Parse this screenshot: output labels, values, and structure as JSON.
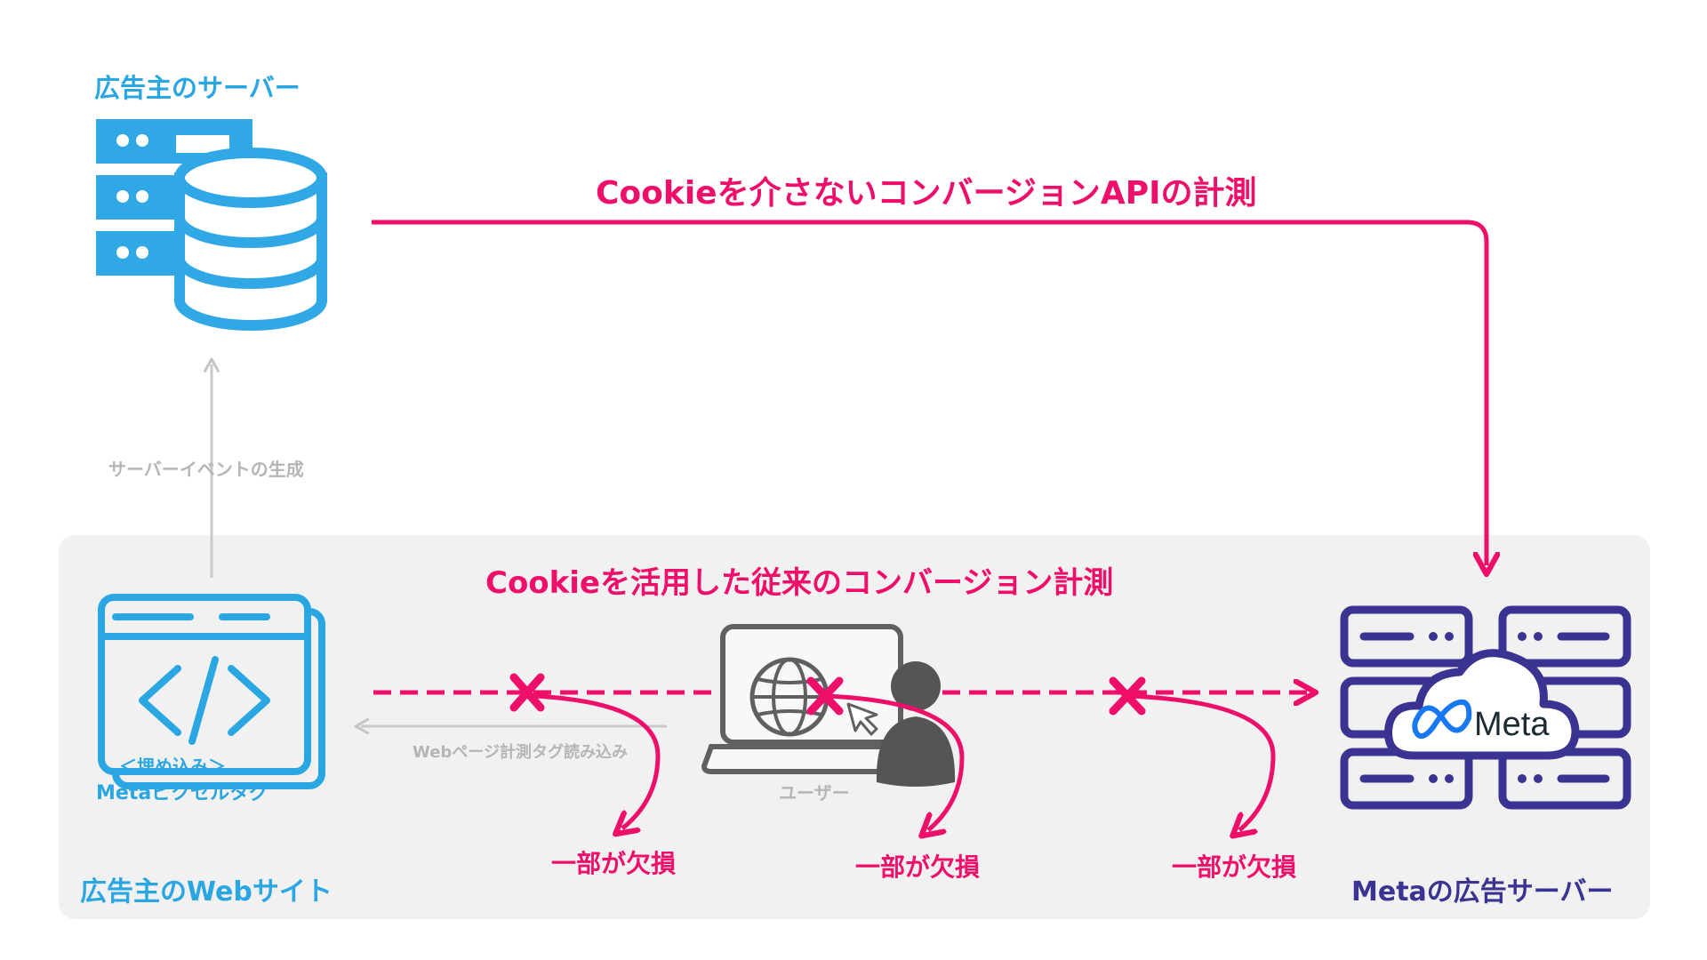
{
  "colors": {
    "pink": "#ee0f6b",
    "blue": "#2aa6e2",
    "navy": "#3a3391",
    "gray": "#b5b5b5",
    "panel": "#f1f1f1",
    "dark": "#555555"
  },
  "advertiser_server": {
    "label": "広告主のサーバー",
    "icon": "server-database-icon"
  },
  "server_event_label": "サーバーイベントの生成",
  "capi_label": "Cookieを介さないコンバージョンAPIの計測",
  "cookie_label": "Cookieを活用した従来のコンバージョン計測",
  "website": {
    "embed_label": "＜埋め込み＞",
    "pixel_label": "Metaピクセルタグ",
    "site_label": "広告主のWebサイト",
    "icon": "code-browser-icon"
  },
  "page_load_label": "Webページ計測タグ読み込み",
  "user": {
    "label": "ユーザー",
    "icon": "laptop-user-icon"
  },
  "meta_server": {
    "logo_text": "Meta",
    "label": "Metaの広告サーバー",
    "icon": "meta-cloud-server-icon"
  },
  "loss_labels": [
    "一部が欠損",
    "一部が欠損",
    "一部が欠損"
  ]
}
